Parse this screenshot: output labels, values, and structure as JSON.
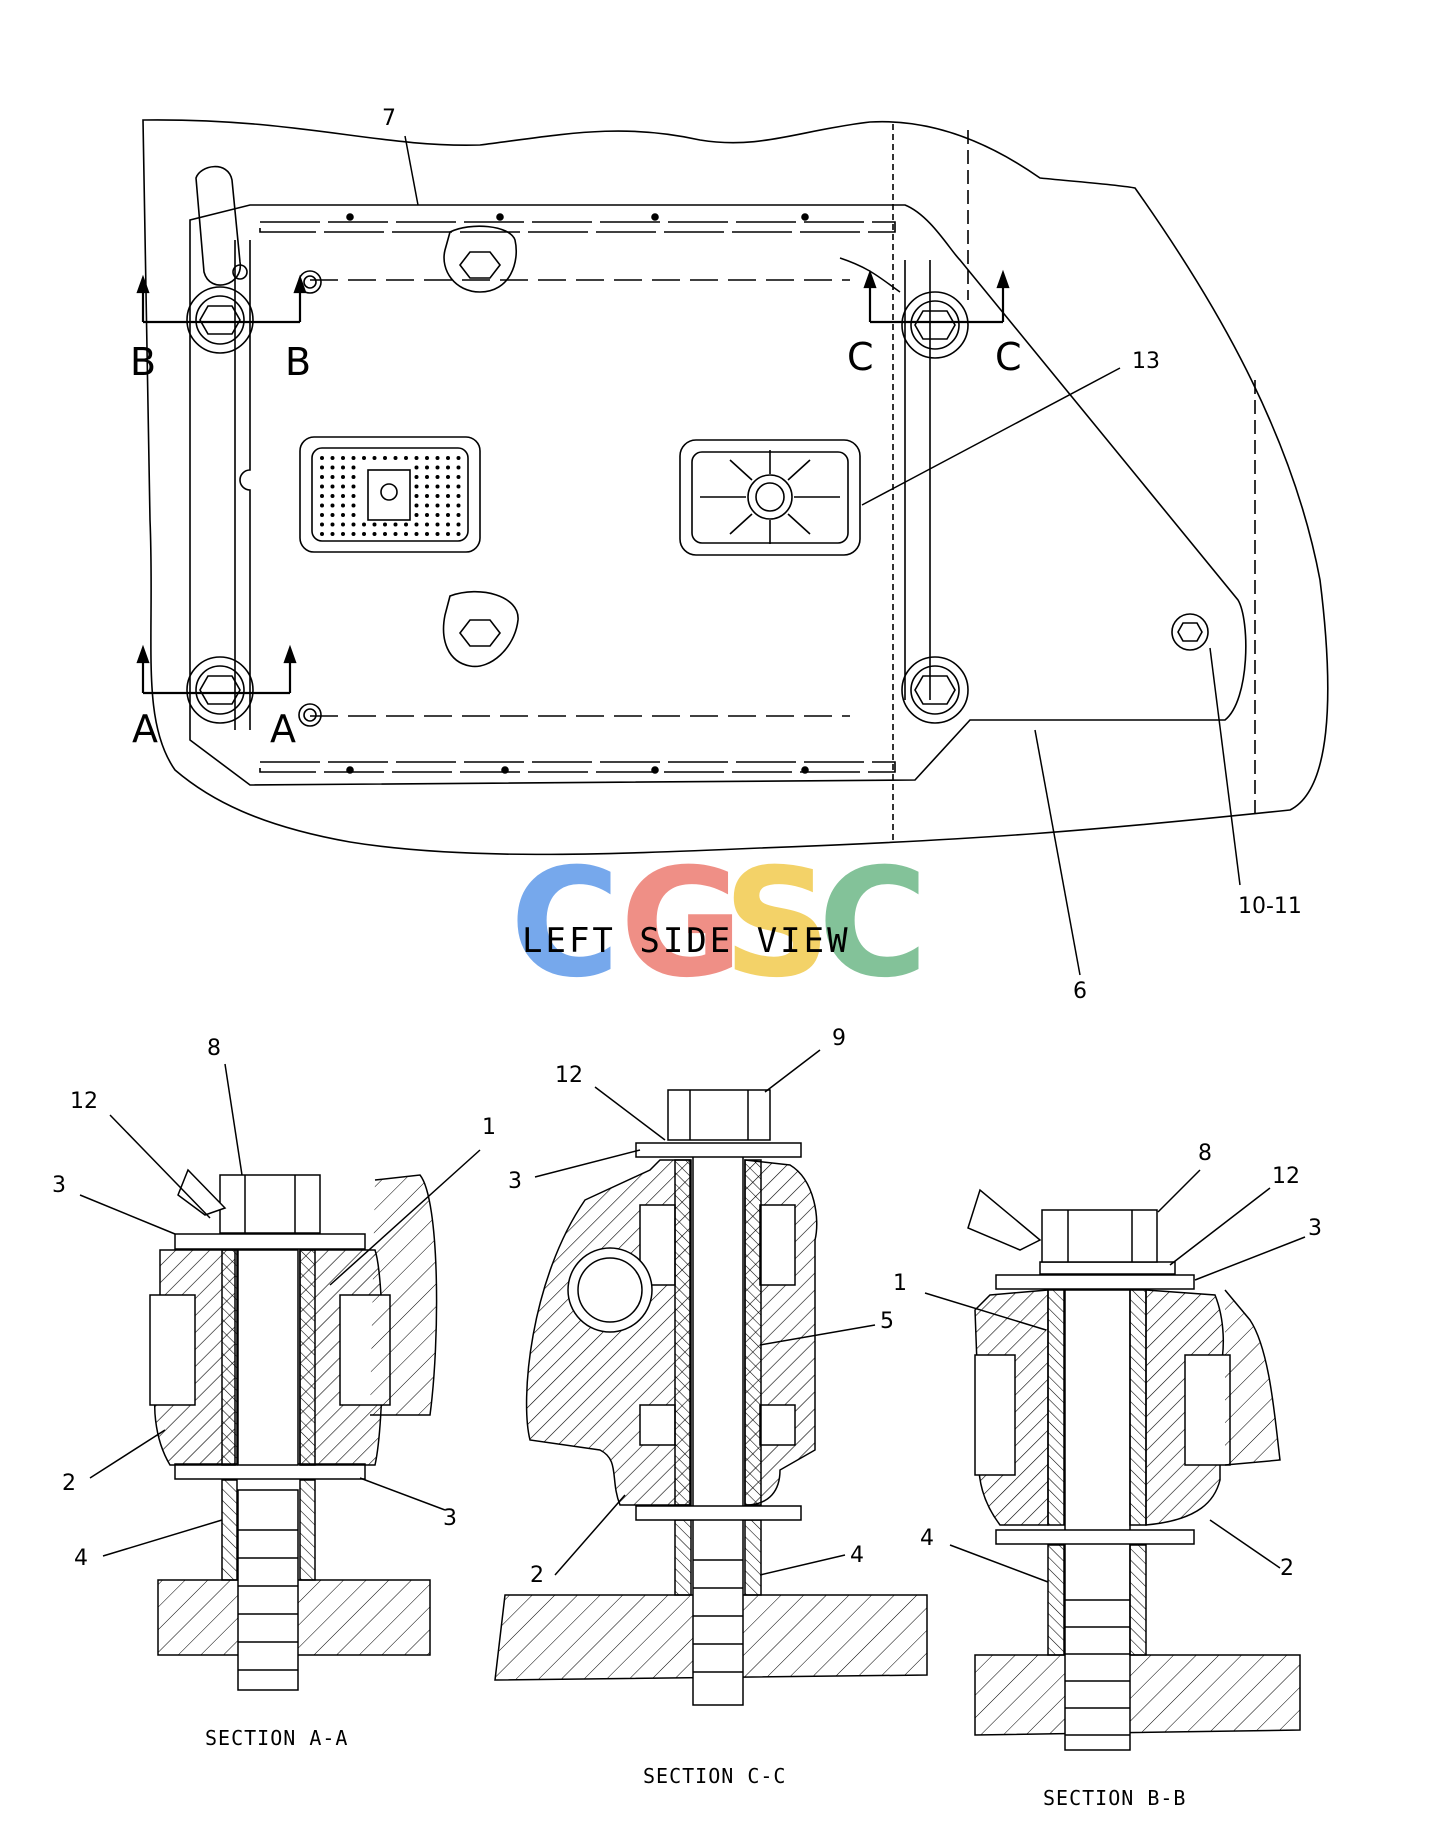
{
  "watermark": {
    "letters": [
      {
        "char": "C",
        "color": "#6fa4ec"
      },
      {
        "char": "G",
        "color": "#ef8a80"
      },
      {
        "char": "S",
        "color": "#f3d060"
      },
      {
        "char": "C",
        "color": "#7dbf94"
      }
    ]
  },
  "main_view": {
    "title": "LEFT SIDE VIEW",
    "section_markers": {
      "a": "A",
      "b": "B",
      "c": "C"
    },
    "callouts": {
      "c7": "7",
      "c13": "13",
      "c6": "6",
      "c10_11": "10-11"
    }
  },
  "section_aa": {
    "caption": "SECTION A-A",
    "callouts": {
      "c8": "8",
      "c12": "12",
      "c3a": "3",
      "c1": "1",
      "c2": "2",
      "c3b": "3",
      "c4": "4"
    }
  },
  "section_cc": {
    "caption": "SECTION C-C",
    "callouts": {
      "c9": "9",
      "c12": "12",
      "c3": "3",
      "c5": "5",
      "c2": "2",
      "c4": "4"
    }
  },
  "section_bb": {
    "caption": "SECTION B-B",
    "callouts": {
      "c8": "8",
      "c12": "12",
      "c3": "3",
      "c1": "1",
      "c2": "2",
      "c4": "4"
    }
  }
}
